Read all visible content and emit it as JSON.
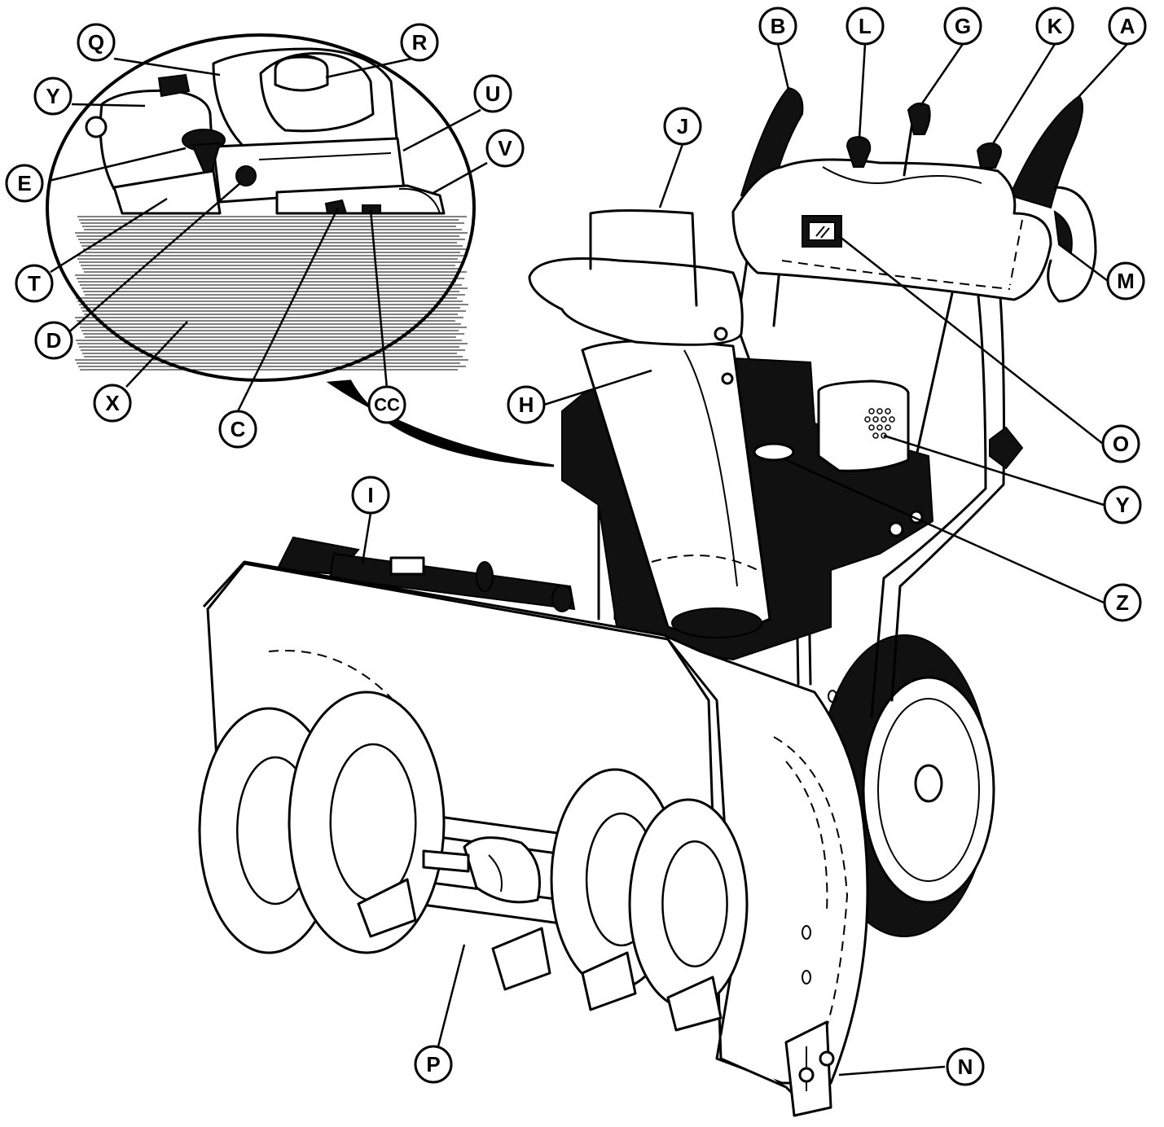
{
  "colors": {
    "ink": "#000000",
    "paper": "#ffffff",
    "fill_dark": "#111111"
  },
  "callouts": [
    {
      "id": "A",
      "label": "A"
    },
    {
      "id": "B",
      "label": "B"
    },
    {
      "id": "C",
      "label": "C"
    },
    {
      "id": "CC",
      "label": "CC"
    },
    {
      "id": "D",
      "label": "D"
    },
    {
      "id": "E",
      "label": "E"
    },
    {
      "id": "G",
      "label": "G"
    },
    {
      "id": "H",
      "label": "H"
    },
    {
      "id": "I",
      "label": "I"
    },
    {
      "id": "J",
      "label": "J"
    },
    {
      "id": "K",
      "label": "K"
    },
    {
      "id": "L",
      "label": "L"
    },
    {
      "id": "M",
      "label": "M"
    },
    {
      "id": "N",
      "label": "N"
    },
    {
      "id": "O",
      "label": "O"
    },
    {
      "id": "P",
      "label": "P"
    },
    {
      "id": "Q",
      "label": "Q"
    },
    {
      "id": "R",
      "label": "R"
    },
    {
      "id": "T",
      "label": "T"
    },
    {
      "id": "U",
      "label": "U"
    },
    {
      "id": "V",
      "label": "V"
    },
    {
      "id": "X",
      "label": "X"
    },
    {
      "id": "Y1",
      "label": "Y"
    },
    {
      "id": "Y2",
      "label": "Y"
    },
    {
      "id": "Z",
      "label": "Z"
    }
  ]
}
